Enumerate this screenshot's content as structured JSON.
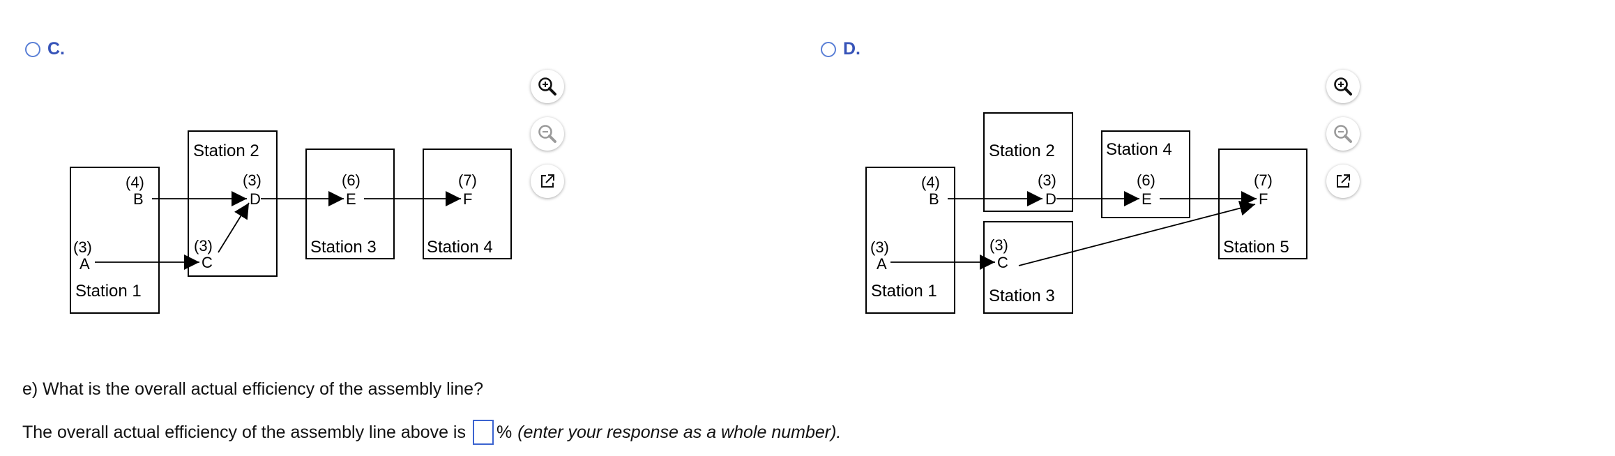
{
  "options": [
    {
      "letter": "C.",
      "diagram": {
        "stations": [
          "Station 1",
          "Station 2",
          "Station 3",
          "Station 4"
        ],
        "tasks": [
          {
            "name": "A",
            "time": "(3)"
          },
          {
            "name": "B",
            "time": "(4)"
          },
          {
            "name": "C",
            "time": "(3)"
          },
          {
            "name": "D",
            "time": "(3)"
          },
          {
            "name": "E",
            "time": "(6)"
          },
          {
            "name": "F",
            "time": "(7)"
          }
        ]
      }
    },
    {
      "letter": "D.",
      "diagram": {
        "stations": [
          "Station 1",
          "Station 2",
          "Station 3",
          "Station 4",
          "Station 5"
        ],
        "tasks": [
          {
            "name": "A",
            "time": "(3)"
          },
          {
            "name": "B",
            "time": "(4)"
          },
          {
            "name": "C",
            "time": "(3)"
          },
          {
            "name": "D",
            "time": "(3)"
          },
          {
            "name": "E",
            "time": "(6)"
          },
          {
            "name": "F",
            "time": "(7)"
          }
        ]
      }
    }
  ],
  "tools": {
    "zoom_in": "zoom-in-icon",
    "zoom_out": "zoom-out-icon",
    "open": "external-link-icon"
  },
  "question": {
    "text": "e) What is the overall actual efficiency of the assembly line?",
    "answer_prefix": "The overall actual efficiency of the assembly line above is",
    "answer_suffix": "%",
    "hint": "(enter your response as a whole number)."
  },
  "colors": {
    "accent": "#3653b8",
    "radio": "#5a7fd6",
    "input_border": "#3b63d0"
  }
}
